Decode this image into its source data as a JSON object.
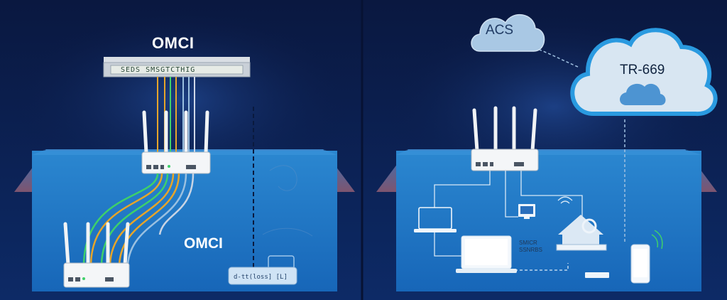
{
  "left_panel": {
    "top_label": "OMCI",
    "middle_label": "OMCI",
    "switch_text": "SEDS  SMSGTCTHIG",
    "box_text": "d-tt(loss] [L]"
  },
  "right_panel": {
    "acs_label": "ACS",
    "tr_label": "TR-669",
    "small_text_1": "SMICR",
    "small_text_2": "SSNRBS"
  },
  "colors": {
    "background": "#0b1a44",
    "house_fill": "#1c6bb8",
    "cloud_outline": "#2a9ae0",
    "cable_orange": "#e6a52a",
    "cable_green": "#3ed06a"
  },
  "icons": [
    "olt-switch-icon",
    "router-icon",
    "cloud-icon",
    "laptop-icon",
    "monitor-icon",
    "smart-home-icon",
    "phone-icon",
    "wifi-icon"
  ]
}
